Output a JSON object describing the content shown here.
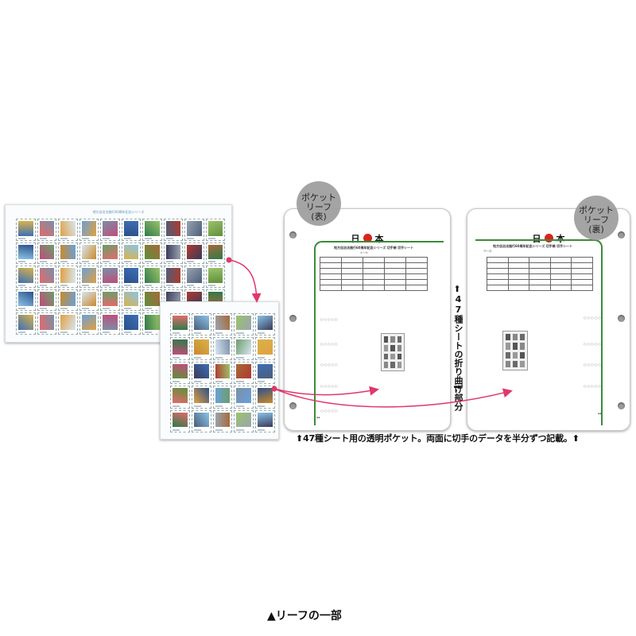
{
  "sheet_full": {
    "title": "地方自治法施行60周年記念シリーズ",
    "stamp_palette": [
      "#3d6fb5",
      "#6aa0d8",
      "#2f7a4a",
      "#9bc36b",
      "#c98a2b",
      "#d9b24a",
      "#b03a2e",
      "#e26b6b",
      "#7a8fa8",
      "#4b5e7a",
      "#8ac4e8",
      "#d8e6f2",
      "#5f8f3a",
      "#a56a3a",
      "#e0a040",
      "#2b4f8a",
      "#9aa4b0",
      "#c04d7a",
      "#6b9e6b",
      "#3a3a5a"
    ]
  },
  "leaf_front": {
    "badge_line1": "ポケット",
    "badge_line2": "リーフ",
    "badge_line3": "(表)",
    "country": [
      "日",
      "本"
    ],
    "sheet_title": "地方自治法施行60周年記念シリーズ 切手帳 切手シート",
    "sheet_sub": "①〜⑩"
  },
  "leaf_back": {
    "badge_line1": "ポケット",
    "badge_line2": "リーフ",
    "badge_line3": "(裏)",
    "country": [
      "日",
      "本"
    ],
    "sheet_title": "地方自治法施行60周年記念シリーズ 切手帳 切手シート",
    "sheet_sub": "⑪〜㉑"
  },
  "labels": {
    "fold_arrow_up": "⬆",
    "fold_text": "47種シートの折り曲げ部分",
    "fold_arrow_down": "➡",
    "caption": "⬆47種シート用の透明ポケット。両面に切手のデータを半分ずつ記載。⬆",
    "footer": "▲リーフの一部"
  },
  "colors": {
    "arrow": "#e0386a",
    "frame_green": "#3a8a3a",
    "badge_gray": "#9d9d9d",
    "sun_red": "#d9241b"
  }
}
